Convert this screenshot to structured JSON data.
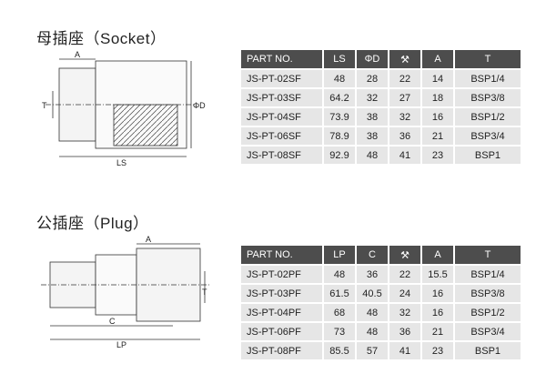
{
  "socket": {
    "title": "母插座（Socket）",
    "labels": {
      "a": "A",
      "t": "T",
      "d": "ΦD",
      "ls": "LS"
    },
    "headers": [
      "PART NO.",
      "LS",
      "ΦD",
      "wrench",
      "A",
      "T"
    ],
    "rows": [
      [
        "JS-PT-02SF",
        "48",
        "28",
        "22",
        "14",
        "BSP1/4"
      ],
      [
        "JS-PT-03SF",
        "64.2",
        "32",
        "27",
        "18",
        "BSP3/8"
      ],
      [
        "JS-PT-04SF",
        "73.9",
        "38",
        "32",
        "16",
        "BSP1/2"
      ],
      [
        "JS-PT-06SF",
        "78.9",
        "38",
        "36",
        "21",
        "BSP3/4"
      ],
      [
        "JS-PT-08SF",
        "92.9",
        "48",
        "41",
        "23",
        "BSP1"
      ]
    ]
  },
  "plug": {
    "title": "公插座（Plug）",
    "labels": {
      "a": "A",
      "t": "T",
      "c": "C",
      "lp": "LP"
    },
    "headers": [
      "PART NO.",
      "LP",
      "C",
      "wrench",
      "A",
      "T"
    ],
    "rows": [
      [
        "JS-PT-02PF",
        "48",
        "36",
        "22",
        "15.5",
        "BSP1/4"
      ],
      [
        "JS-PT-03PF",
        "61.5",
        "40.5",
        "24",
        "16",
        "BSP3/8"
      ],
      [
        "JS-PT-04PF",
        "68",
        "48",
        "32",
        "16",
        "BSP1/2"
      ],
      [
        "JS-PT-06PF",
        "73",
        "48",
        "36",
        "21",
        "BSP3/4"
      ],
      [
        "JS-PT-08PF",
        "85.5",
        "57",
        "41",
        "23",
        "BSP1"
      ]
    ]
  }
}
